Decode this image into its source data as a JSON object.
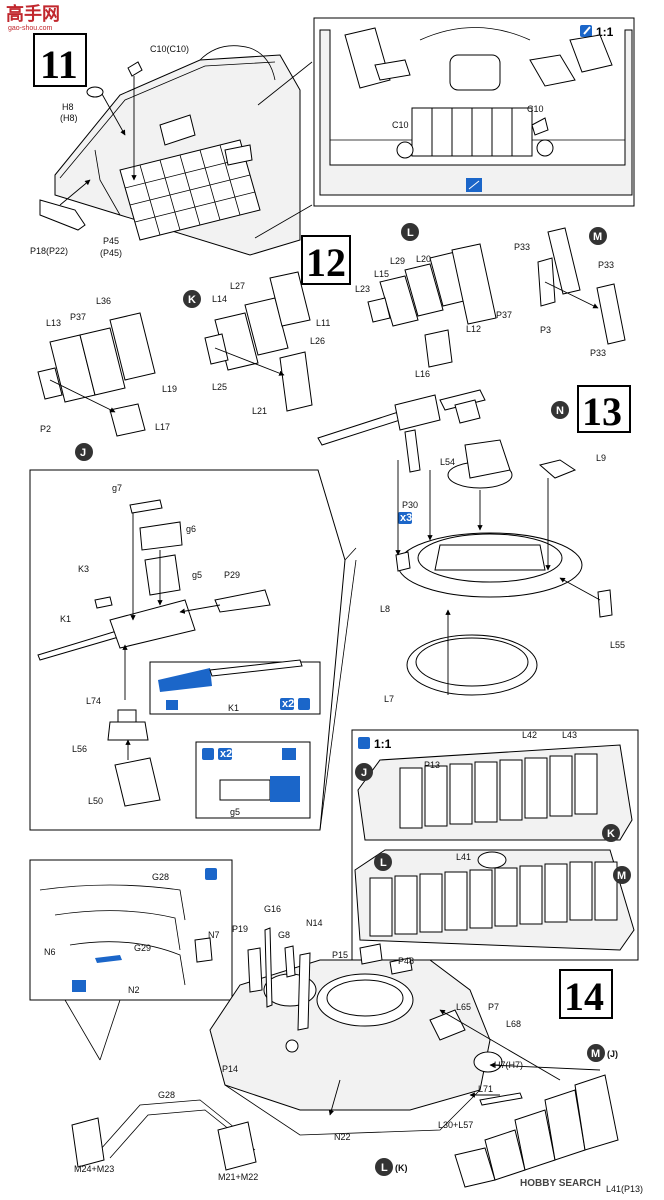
{
  "watermark": {
    "cn": "高手网",
    "url": "gao-shou.com",
    "footer": "HOBBY SEARCH"
  },
  "steps": [
    "11",
    "12",
    "13",
    "14"
  ],
  "scale_label": "1:1",
  "badges": {
    "J": "J",
    "K": "K",
    "L": "L",
    "M": "M",
    "N": "N",
    "x2": "x2",
    "x3": "x3"
  },
  "labels": {
    "C10_C10": "C10(C10)",
    "H8": "H8",
    "H8p": "(H8)",
    "P18_P22": "P18(P22)",
    "P45": "P45",
    "P45p": "(P45)",
    "C10a": "C10",
    "C10b": "C10",
    "L13": "L13",
    "P37a": "P37",
    "L36": "L36",
    "L19": "L19",
    "P2": "P2",
    "L17": "L17",
    "L27": "L27",
    "L14": "L14",
    "L11": "L11",
    "L26": "L26",
    "L25": "L25",
    "L21": "L21",
    "L29": "L29",
    "L20": "L20",
    "L15": "L15",
    "L23": "L23",
    "P37b": "P37",
    "L12": "L12",
    "L16": "L16",
    "P33a": "P33",
    "P33b": "P33",
    "P3": "P3",
    "P33c": "P33",
    "g7": "g7",
    "g6": "g6",
    "K3": "K3",
    "g5": "g5",
    "P29": "P29",
    "K1": "K1",
    "L74": "L74",
    "L56": "L56",
    "L50": "L50",
    "K1b": "K1",
    "g5b": "g5",
    "L54": "L54",
    "L9": "L9",
    "P30": "P30",
    "L8": "L8",
    "L55": "L55",
    "L7": "L7",
    "P13": "P13",
    "L42": "L42",
    "L43": "L43",
    "L41": "L41",
    "G28a": "G28",
    "N6": "N6",
    "N7": "N7",
    "G29": "G29",
    "N2": "N2",
    "P19": "P19",
    "G16": "G16",
    "G8": "G8",
    "N14": "N14",
    "P15": "P15",
    "P48": "P48",
    "L65": "L65",
    "P7": "P7",
    "L68": "L68",
    "P14": "P14",
    "H7": "H7(H7)",
    "L71": "L71",
    "L30_L57": "L30+L57",
    "N22": "N22",
    "G28b": "G28",
    "M24_M23": "M24+M23",
    "M21_M22": "M21+M22",
    "M_J": "(J)",
    "L_K": "(K)",
    "L41_P13": "L41(P13)"
  }
}
